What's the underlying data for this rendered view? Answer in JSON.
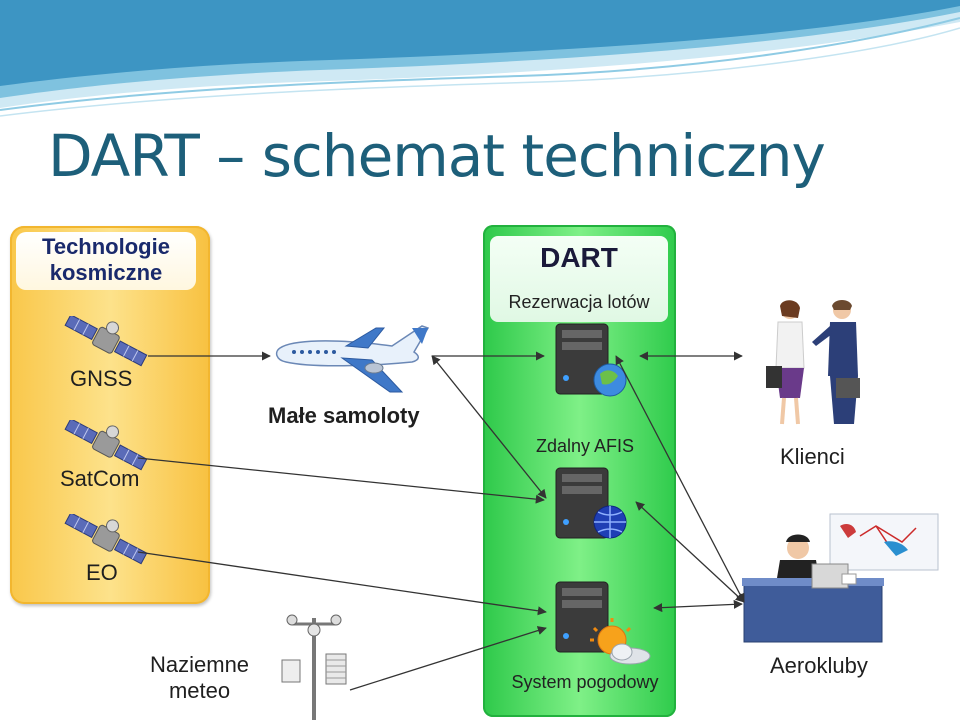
{
  "title": "DART – schemat techniczny",
  "space_panel": {
    "title": "Technologie\nkosmiczne",
    "items": [
      "GNSS",
      "SatCom",
      "EO"
    ]
  },
  "planes_label": "Małe samoloty",
  "ground_meteo_label": "Naziemne\nmeteo",
  "dart": {
    "title": "DART",
    "reservation": "Rezerwacja lotów",
    "afis": "Zdalny AFIS",
    "weather": "System pogodowy"
  },
  "clients_label": "Klienci",
  "aeroclubs_label": "Aerokluby",
  "colors": {
    "title": "#1d5f7a",
    "space_panel": "#f9c74a",
    "dart_panel": "#2ec94a",
    "arrow": "#333333"
  }
}
